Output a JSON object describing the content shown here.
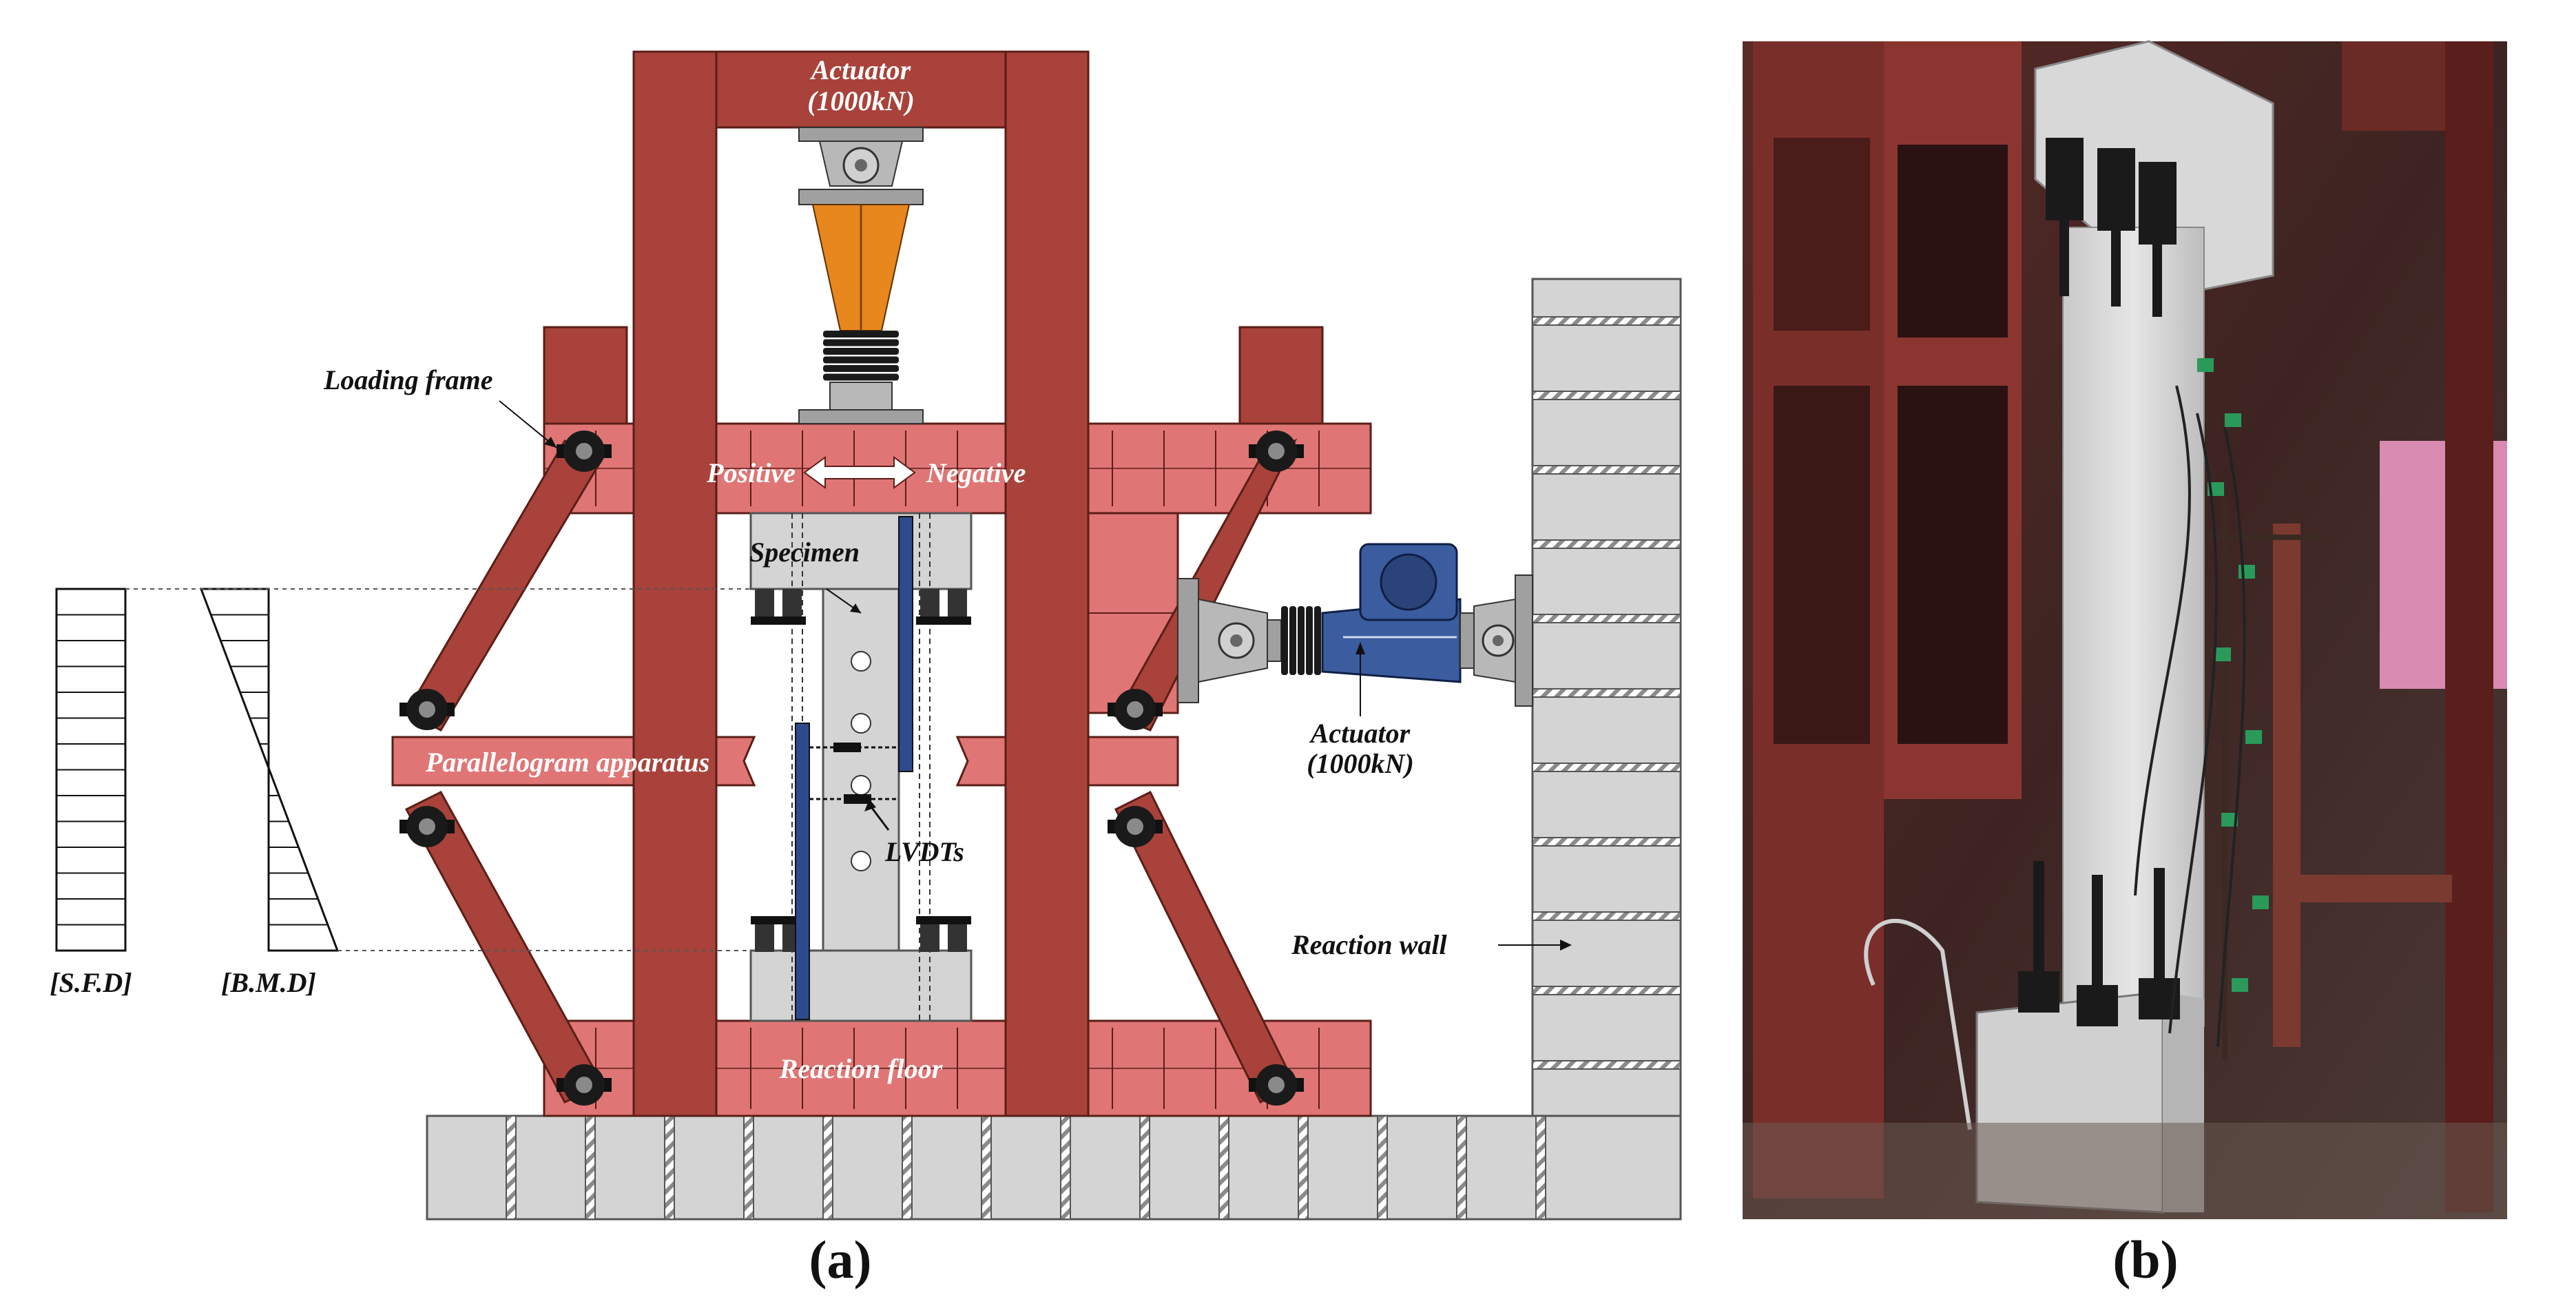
{
  "diagram": {
    "labels": {
      "actuator_top": "Actuator",
      "actuator_top_cap": "(1000kN)",
      "loading_frame": "Loading frame",
      "positive": "Positive",
      "negative": "Negative",
      "specimen": "Specimen",
      "parallelogram": "Parallelogram apparatus",
      "lvdts": "LVDTs",
      "actuator_side": "Actuator",
      "actuator_side_cap": "(1000kN)",
      "reaction_wall": "Reaction wall",
      "reaction_floor": "Reaction floor",
      "sfd": "[S.F.D]",
      "bmd": "[B.M.D]"
    },
    "captions": {
      "a": "(a)",
      "b": "(b)"
    },
    "colors": {
      "frame_dark": "#A8423A",
      "frame_light": "#E07575",
      "frame_edge": "#5A1E18",
      "concrete": "#D4D4D4",
      "actuator_orange": "#E8871E",
      "actuator_blue": "#3B5C9E",
      "lvdt_bar": "#2E4A8C"
    }
  }
}
